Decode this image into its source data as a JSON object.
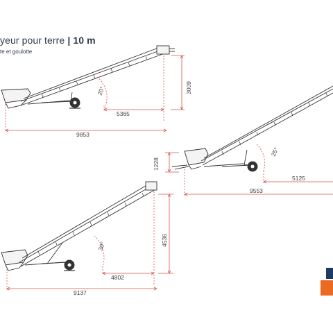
{
  "header": {
    "title_main": "yeur pour terre",
    "title_separator": "|",
    "title_length": "10 m",
    "subtitle": "te et goulotte"
  },
  "diagrams": [
    {
      "id": "20deg",
      "angle_label": "20°",
      "height_label": "3009",
      "horizontal_label": "5365",
      "total_label": "9853"
    },
    {
      "id": "25deg",
      "angle_label": "25°",
      "height_label": "1228",
      "horizontal_label": "5125",
      "total_label": "9553"
    },
    {
      "id": "30deg",
      "angle_label": "30°",
      "height_label": "4536",
      "horizontal_label": "4802",
      "total_label": "9137"
    }
  ],
  "colors": {
    "title_text": "#2f3a4a",
    "dimension_red": "#d9534f",
    "machine_line": "#333333",
    "logo_blue": "#1f3b63",
    "logo_orange": "#ea6a22"
  }
}
